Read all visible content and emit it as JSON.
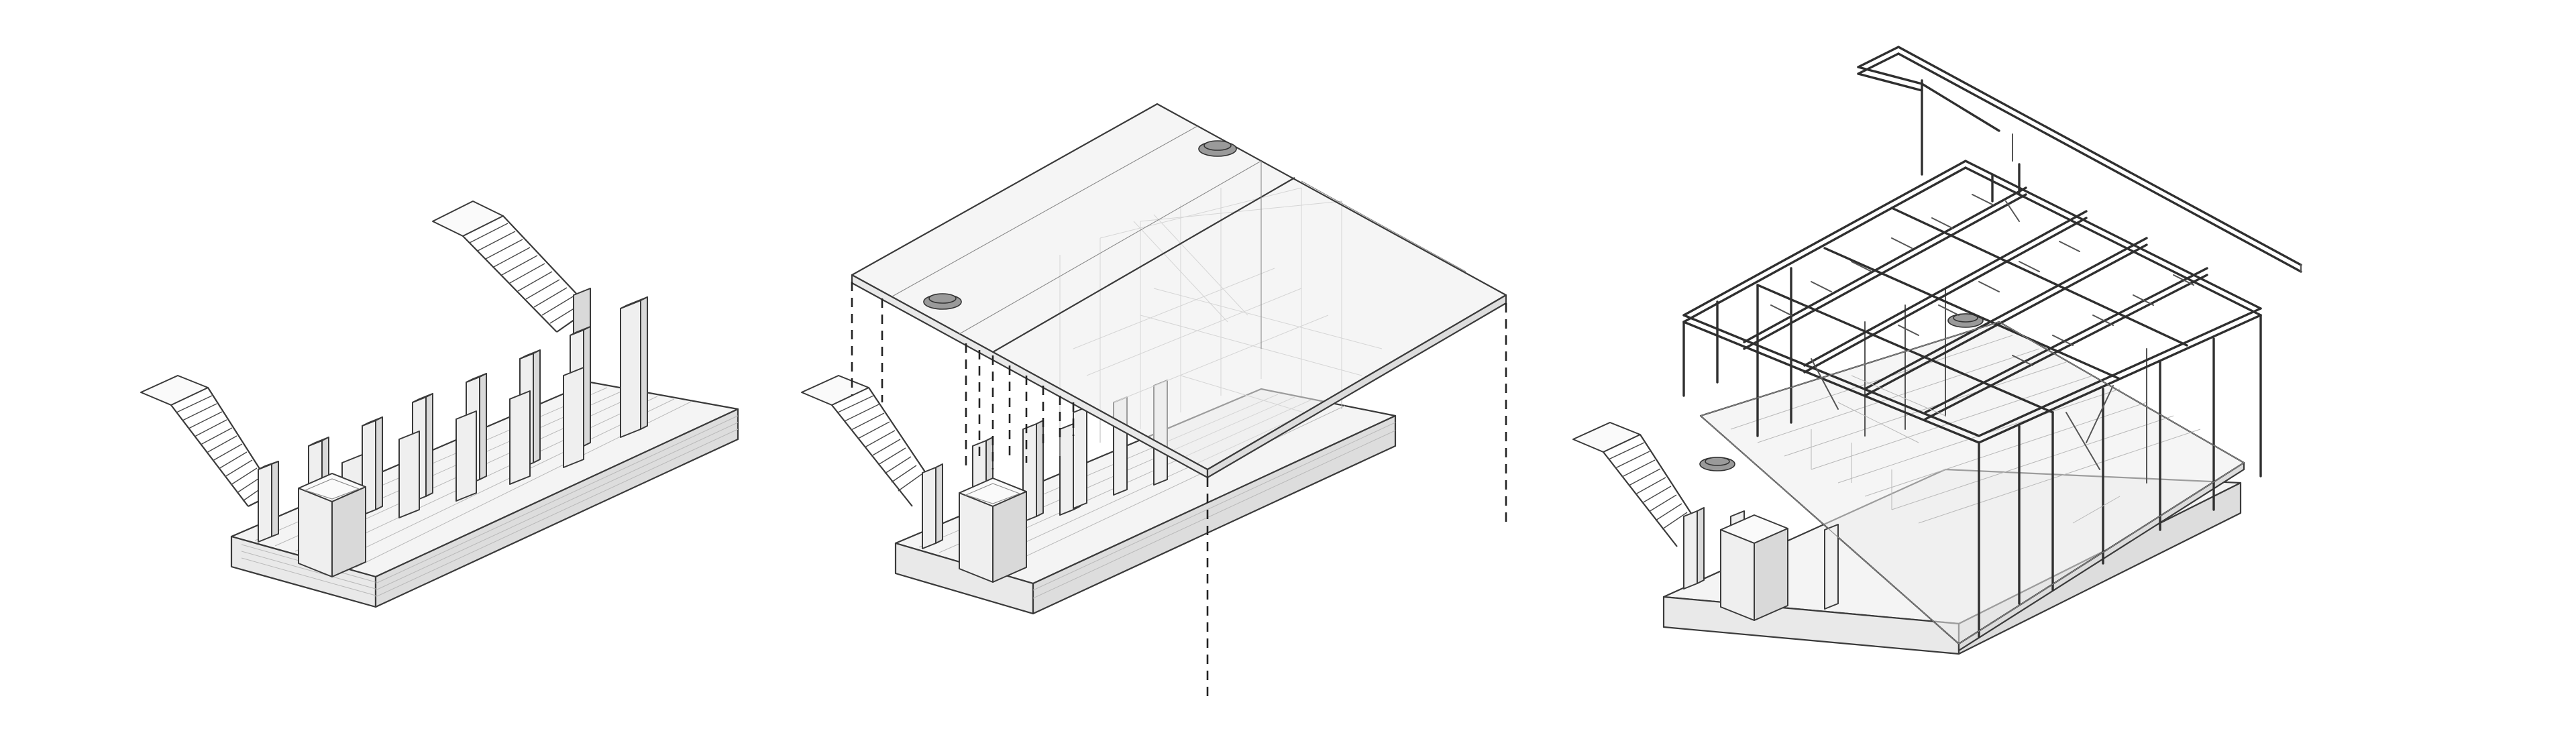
{
  "figure": {
    "panels": [
      {
        "stage": "base"
      },
      {
        "stage": "roof-overlay"
      },
      {
        "stage": "structure"
      }
    ]
  }
}
